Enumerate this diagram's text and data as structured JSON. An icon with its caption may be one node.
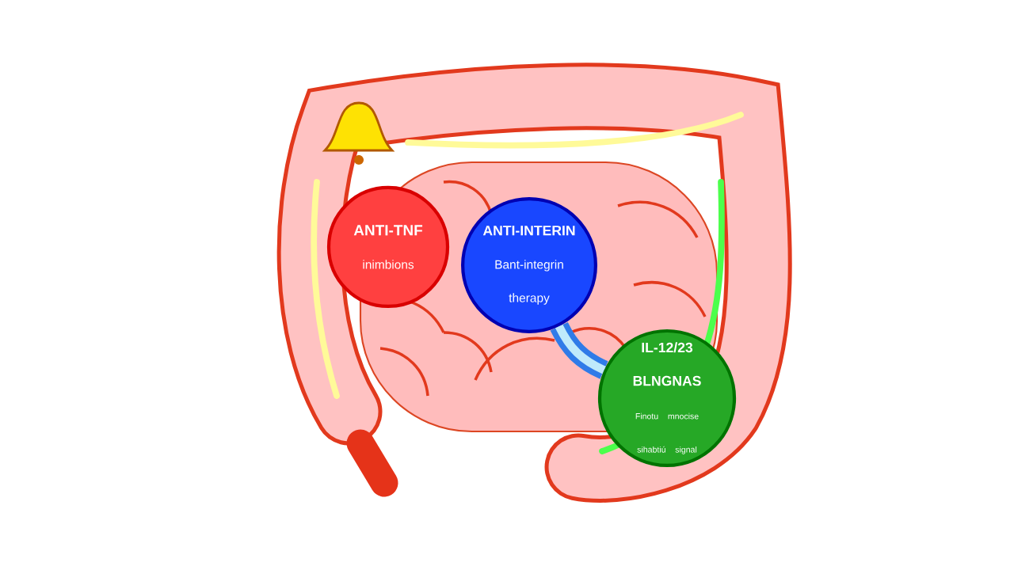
{
  "diagram": {
    "nodes": [
      {
        "text": [
          "ANTI-TNF",
          "inimbions"
        ]
      },
      {
        "text": [
          "ANTI-INTERIN",
          "Bant-integrin therapy"
        ]
      },
      {
        "text": [
          "IL-12/23 BLNGNAS",
          "Finotu mnocise sihabtiú signal"
        ]
      }
    ],
    "edges": [
      {
        "from": 1,
        "to": 2,
        "arrow": "none",
        "color": "#2f7be8"
      }
    ]
  }
}
